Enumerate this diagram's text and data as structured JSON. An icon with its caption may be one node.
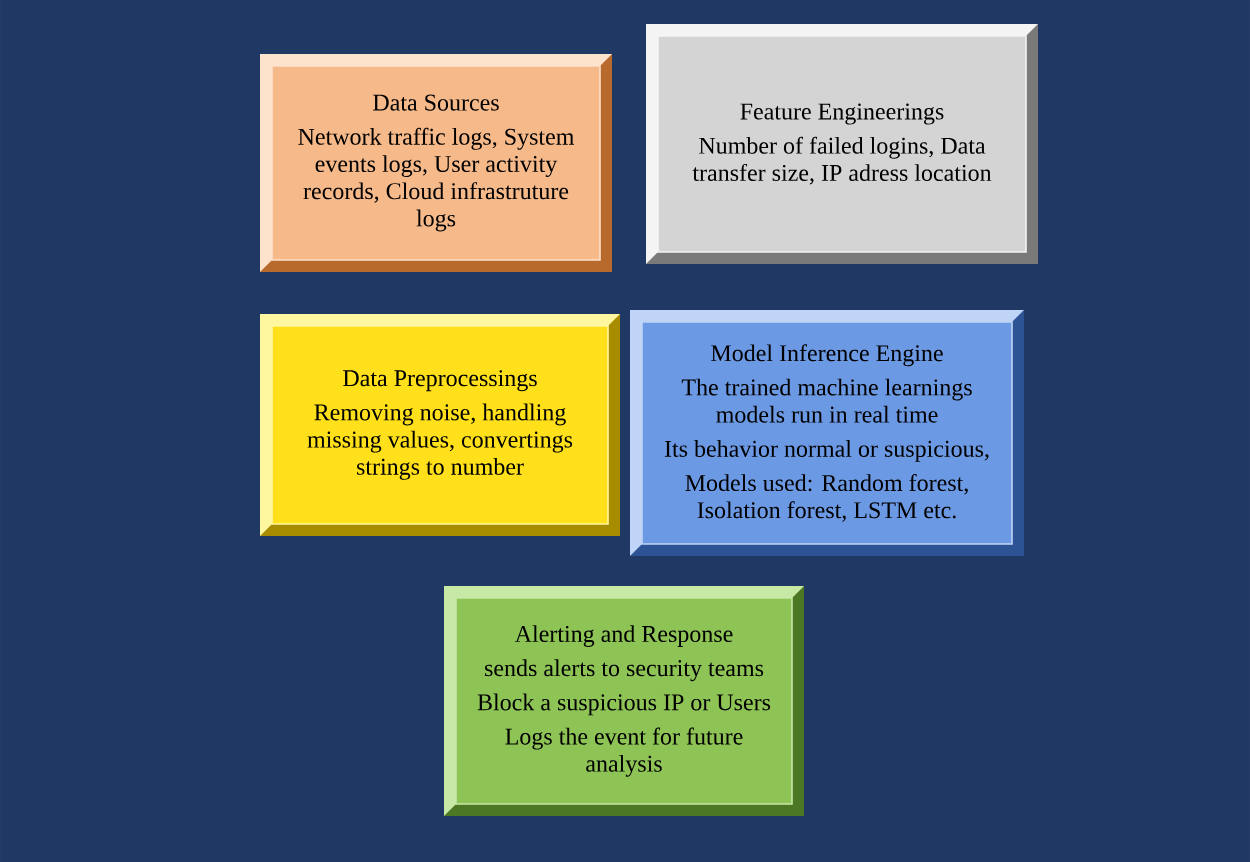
{
  "diagram": {
    "nodes": [
      {
        "text": [
          "Data Sources",
          "Network traffic logs, System events logs, User activity records, Cloud infrastruture logs"
        ]
      },
      {
        "text": [
          "Feature Engineerings",
          "Number of failed logins, Data transfer size, IP adress location"
        ]
      },
      {
        "text": [
          "Data Preprocessings",
          "Removing noise, handling missing values, convertings strings to number"
        ]
      },
      {
        "text": [
          "Model Inference Engine",
          "The trained machine learnings models run in real time",
          "Its behavior normal or suspicious,",
          "Models used: Random forest, Isolation forest, LSTM etc."
        ]
      },
      {
        "text": [
          "Alerting and Response",
          "sends alerts to security teams",
          "Block a suspicious IP or Users",
          "Logs the event for future analysis"
        ]
      }
    ]
  }
}
